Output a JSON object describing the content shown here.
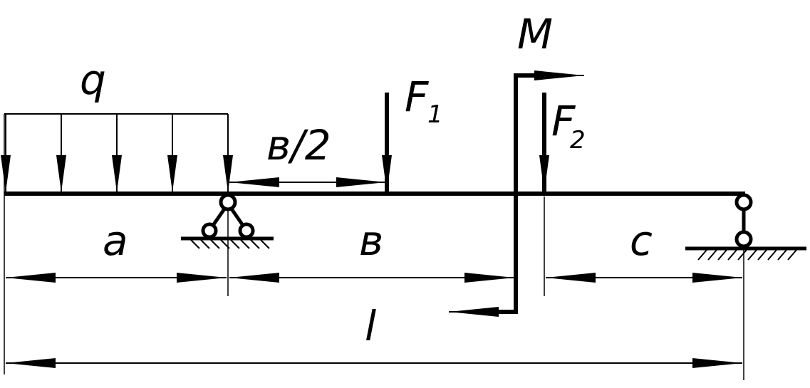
{
  "labels": {
    "q": "q",
    "half_b": "в/2",
    "F1_main": "F",
    "F1_sub": "1",
    "F2_main": "F",
    "F2_sub": "2",
    "M": "M",
    "a": "a",
    "b": "в",
    "c": "c",
    "l": "l"
  },
  "colors": {
    "line": "#000000",
    "background": "#ffffff"
  }
}
